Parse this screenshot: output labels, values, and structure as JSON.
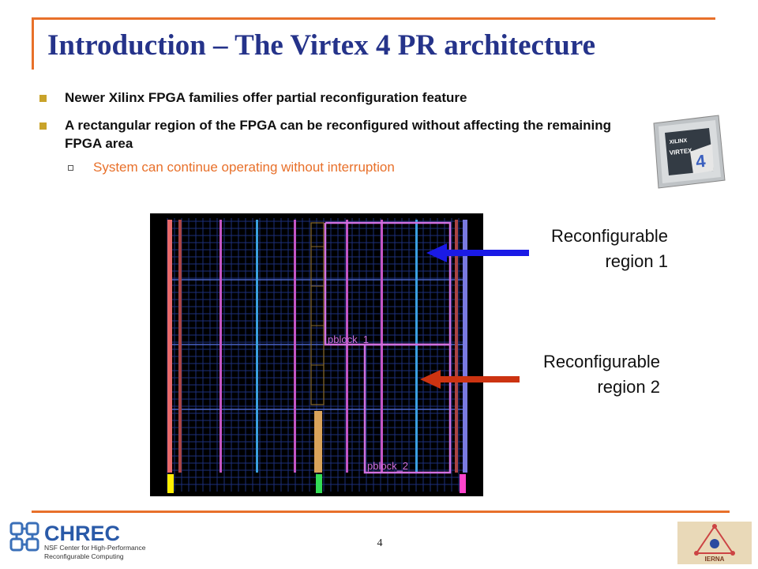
{
  "slide": {
    "title": "Introduction – The Virtex 4 PR architecture",
    "bullets": [
      "Newer Xilinx FPGA families offer partial reconfiguration feature",
      "A rectangular region of the FPGA can be reconfigured without affecting the remaining FPGA area"
    ],
    "sub_bullet": "System can continue operating without interruption",
    "page_number": "4"
  },
  "figure": {
    "pblock_1_label": "pblock_1",
    "pblock_2_label": "pblock_2",
    "region1_label_line1": "Reconfigurable",
    "region1_label_line2": "region 1",
    "region2_label_line1": "Reconfigurable",
    "region2_label_line2": "region 2"
  },
  "chip": {
    "brand_text": "XILINX",
    "product_text": "VIRTEX",
    "model_text": "4"
  },
  "footer": {
    "logo_name": "CHREC",
    "logo_line1": "NSF Center for High-Performance",
    "logo_line2": "Reconfigurable Computing",
    "right_logo_text": "IERNA"
  },
  "colors": {
    "title": "#25338a",
    "accent_orange": "#e8702a",
    "bullet_square": "#c9a32a",
    "arrow_blue": "#1a1ae6",
    "arrow_red": "#cc3311",
    "pblock": "#d070e0"
  }
}
